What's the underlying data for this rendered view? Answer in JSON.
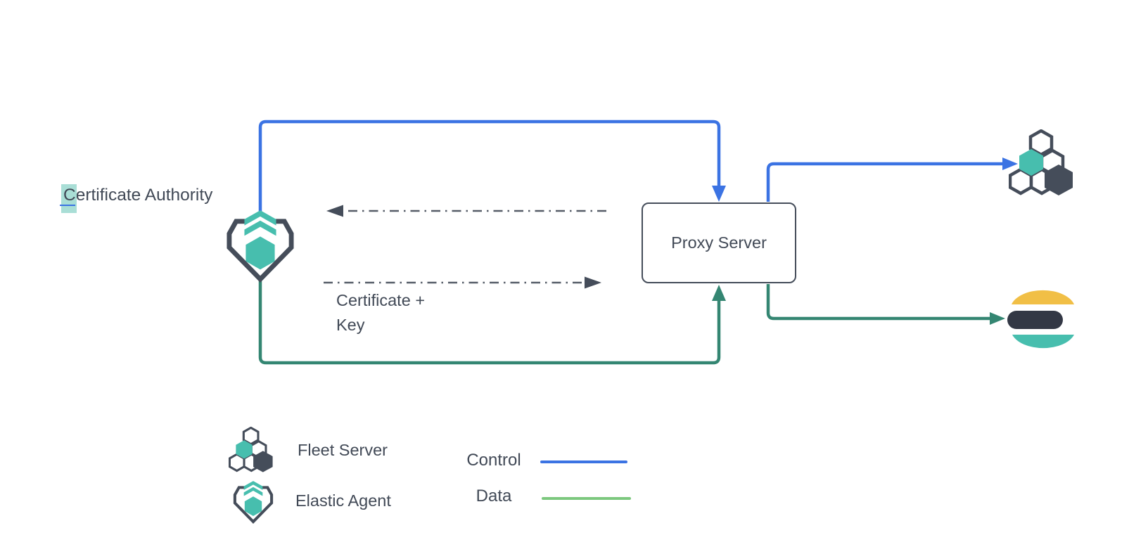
{
  "canvas": {
    "background": "#ffffff"
  },
  "nodes": {
    "certificate_authority": {
      "full_label": "Certificate Authority",
      "highlight_char": "C",
      "rest_text": "ertificate Authority"
    },
    "proxy_server": {
      "label": "Proxy Server"
    },
    "elastic_agent": {
      "icon": "elastic-agent-icon"
    },
    "fleet_server": {
      "icon": "fleet-server-icon"
    },
    "elasticsearch": {
      "icon": "elasticsearch-logo"
    }
  },
  "edges": {
    "certificate_key": {
      "line1": "Certificate +",
      "line2": "Key"
    },
    "control_agent_to_proxy": {
      "type": "control",
      "color": "#3b73e3"
    },
    "control_proxy_to_fleet": {
      "type": "control",
      "color": "#3b73e3"
    },
    "data_agent_to_proxy": {
      "type": "data",
      "color": "#348672"
    },
    "data_proxy_to_elasticsearch": {
      "type": "data",
      "color": "#348672"
    },
    "dashed_proxy_to_agent": {
      "type": "dashed",
      "color": "#565d68"
    },
    "dashed_agent_to_proxy": {
      "type": "dashed",
      "color": "#565d68"
    }
  },
  "legend": {
    "items": [
      {
        "icon": "fleet-server-icon",
        "label": "Fleet Server"
      },
      {
        "icon": "elastic-agent-icon",
        "label": "Elastic Agent"
      }
    ],
    "lines": [
      {
        "label": "Control",
        "color": "#3b73e3"
      },
      {
        "label": "Data",
        "color": "#7cc87e"
      }
    ]
  },
  "colors": {
    "control-blue": "#3b73e3",
    "data-green": "#348672",
    "legend-data-green": "#7cc87e",
    "teal": "#47beae",
    "slate": "#454d5a",
    "text-color": "#414956",
    "dashed-gray": "#565d68",
    "es-yellow": "#f1bf46",
    "es-dark": "#333845",
    "highlight-teal": "#a9ded6"
  }
}
